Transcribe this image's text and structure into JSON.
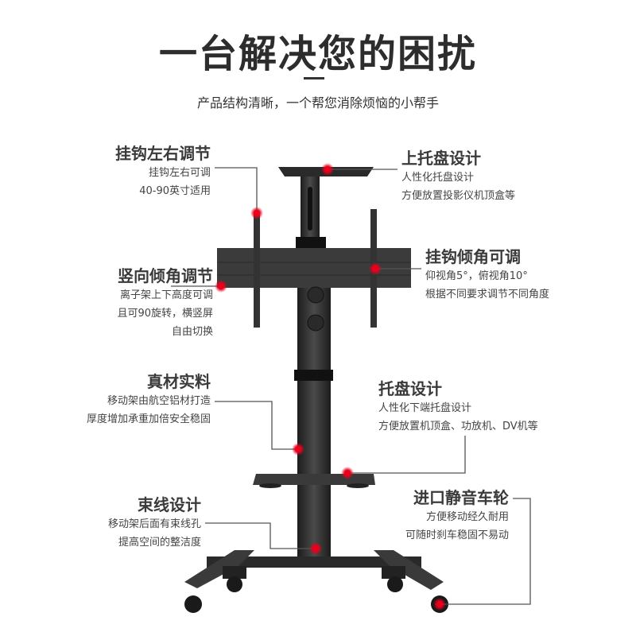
{
  "header": {
    "title": "一台解决您的困扰",
    "subtitle": "产品结构清晰，一个帮您消除烦恼的小帮手"
  },
  "callouts": [
    {
      "heading": "挂钩左右调节",
      "lines": [
        "挂钩左右可调",
        "40-90英寸适用"
      ]
    },
    {
      "heading": "上托盘设计",
      "lines": [
        "人性化托盘设计",
        "方便放置投影仪机顶盒等"
      ]
    },
    {
      "heading": "挂钩倾角可调",
      "lines": [
        "仰视角5°，俯视角10°",
        "根据不同要求调节不同角度"
      ]
    },
    {
      "heading": "竖向倾角调节",
      "lines": [
        "离子架上下高度可调",
        "且可90旋转，横竖屏",
        "自由切换"
      ]
    },
    {
      "heading": "真材实料",
      "lines": [
        "移动架由航空铝材打造",
        "厚度增加承重加倍安全稳固"
      ]
    },
    {
      "heading": "托盘设计",
      "lines": [
        "人性化下端托盘设计",
        "方便放置机顶盒、功放机、DV机等"
      ]
    },
    {
      "heading": "束线设计",
      "lines": [
        "移动架后面有束线孔",
        "提高空间的整洁度"
      ]
    },
    {
      "heading": "进口静音车轮",
      "lines": [
        "方便移动经久耐用",
        "可随时刹车稳固不易动"
      ]
    }
  ],
  "colors": {
    "marker": "#e8001c",
    "stand": "#2e2e2e",
    "text": "#333333"
  }
}
